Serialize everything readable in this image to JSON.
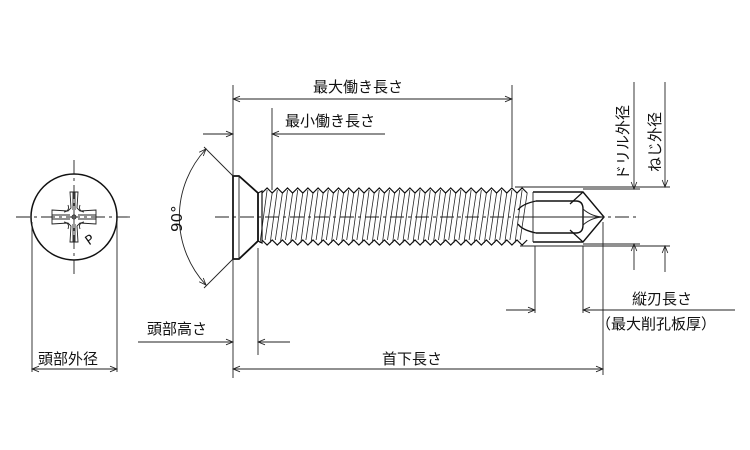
{
  "title": "ドリルねじ 皿頭 寸法図",
  "labels": {
    "max_working_length": "最大働き長さ",
    "min_working_length": "最小働き長さ",
    "angle": "90°",
    "drill_diameter": "ドリル外径",
    "thread_diameter": "ねじ外径",
    "flute_length": "縦刃長さ",
    "max_drill_thickness": "（最大削孔板厚）",
    "head_height": "頭部高さ",
    "length_under_head": "首下長さ",
    "head_diameter": "頭部外径",
    "recess_mark": "P"
  },
  "colors": {
    "line": "#111111",
    "background": "#ffffff"
  }
}
